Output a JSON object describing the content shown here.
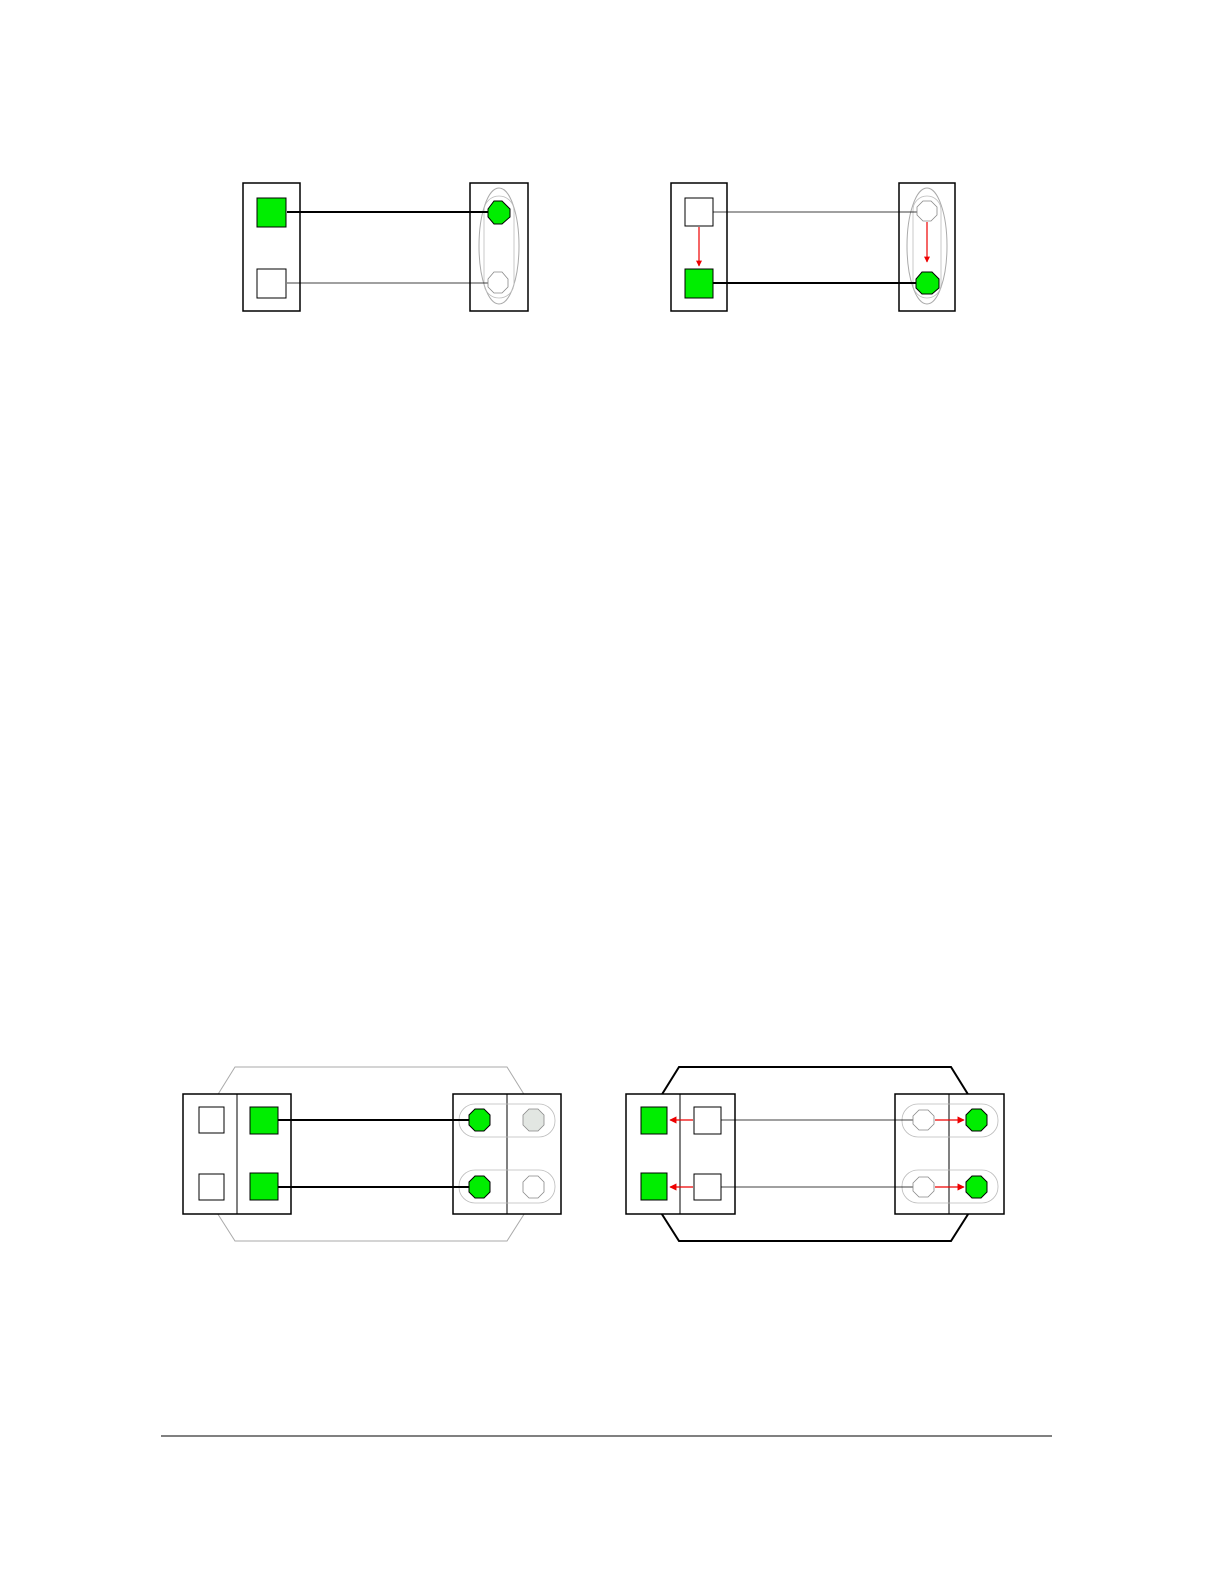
{
  "colors": {
    "page_bg": "#ffffff",
    "active_fill": "#00ee00",
    "inactive_fill": "#ffffff",
    "dim_fill": "#e2e6e2",
    "outline": "#000000",
    "faint_outline": "#aaaaaa",
    "arrow": "#ee0000"
  },
  "diagrams": [
    {
      "id": "top-left",
      "description_label": ""
    },
    {
      "id": "top-right",
      "description_label": ""
    },
    {
      "id": "bottom-left",
      "description_label": ""
    },
    {
      "id": "bottom-right",
      "description_label": ""
    }
  ]
}
